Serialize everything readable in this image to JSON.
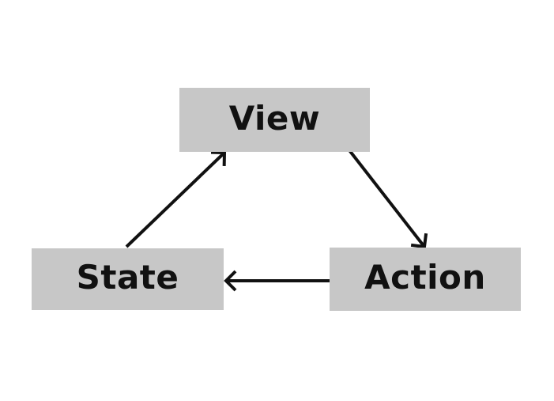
{
  "diagram": {
    "nodes": [
      {
        "id": "view",
        "label": "View"
      },
      {
        "id": "state",
        "label": "State"
      },
      {
        "id": "action",
        "label": "Action"
      }
    ],
    "edges": [
      {
        "from": "state",
        "to": "view"
      },
      {
        "from": "view",
        "to": "action"
      },
      {
        "from": "action",
        "to": "state"
      }
    ],
    "colors": {
      "node_fill": "#c7c7c7",
      "text": "#111111",
      "arrow": "#111111",
      "background": "#ffffff"
    }
  }
}
